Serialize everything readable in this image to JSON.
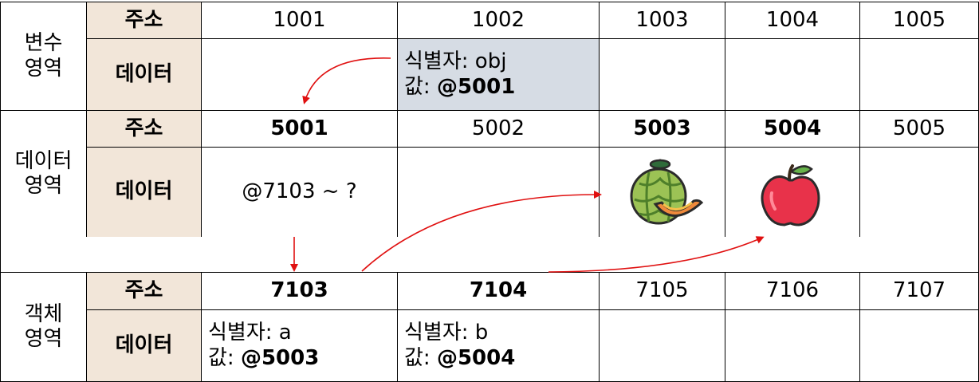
{
  "variable_area": {
    "label_line1": "변수",
    "label_line2": "영역",
    "addr_header": "주소",
    "data_header": "데이터",
    "addresses": [
      "1001",
      "1002",
      "1003",
      "1004",
      "1005"
    ],
    "cell_1002_id": "식별자: obj",
    "cell_1002_val_prefix": "값: ",
    "cell_1002_val": "@5001"
  },
  "data_area": {
    "label_line1": "데이터",
    "label_line2": "영역",
    "addr_header": "주소",
    "data_header": "데이터",
    "addresses": [
      "5001",
      "5002",
      "5003",
      "5004",
      "5005"
    ],
    "cell_5001": "@7103 ~ ?",
    "cell_5003_icon": "melon-icon",
    "cell_5004_icon": "apple-icon"
  },
  "object_area": {
    "label_line1": "객체",
    "label_line2": "영역",
    "addr_header": "주소",
    "data_header": "데이터",
    "addresses": [
      "7103",
      "7104",
      "7105",
      "7106",
      "7107"
    ],
    "cell_7103_id": "식별자: a",
    "cell_7103_val_prefix": "값: ",
    "cell_7103_val": "@5003",
    "cell_7104_id": "식별자: b",
    "cell_7104_val_prefix": "값: ",
    "cell_7104_val": "@5004"
  },
  "colors": {
    "header_bg": "#f2e6d9",
    "highlight_bg": "#d6dce4",
    "arrow": "#e01010"
  }
}
